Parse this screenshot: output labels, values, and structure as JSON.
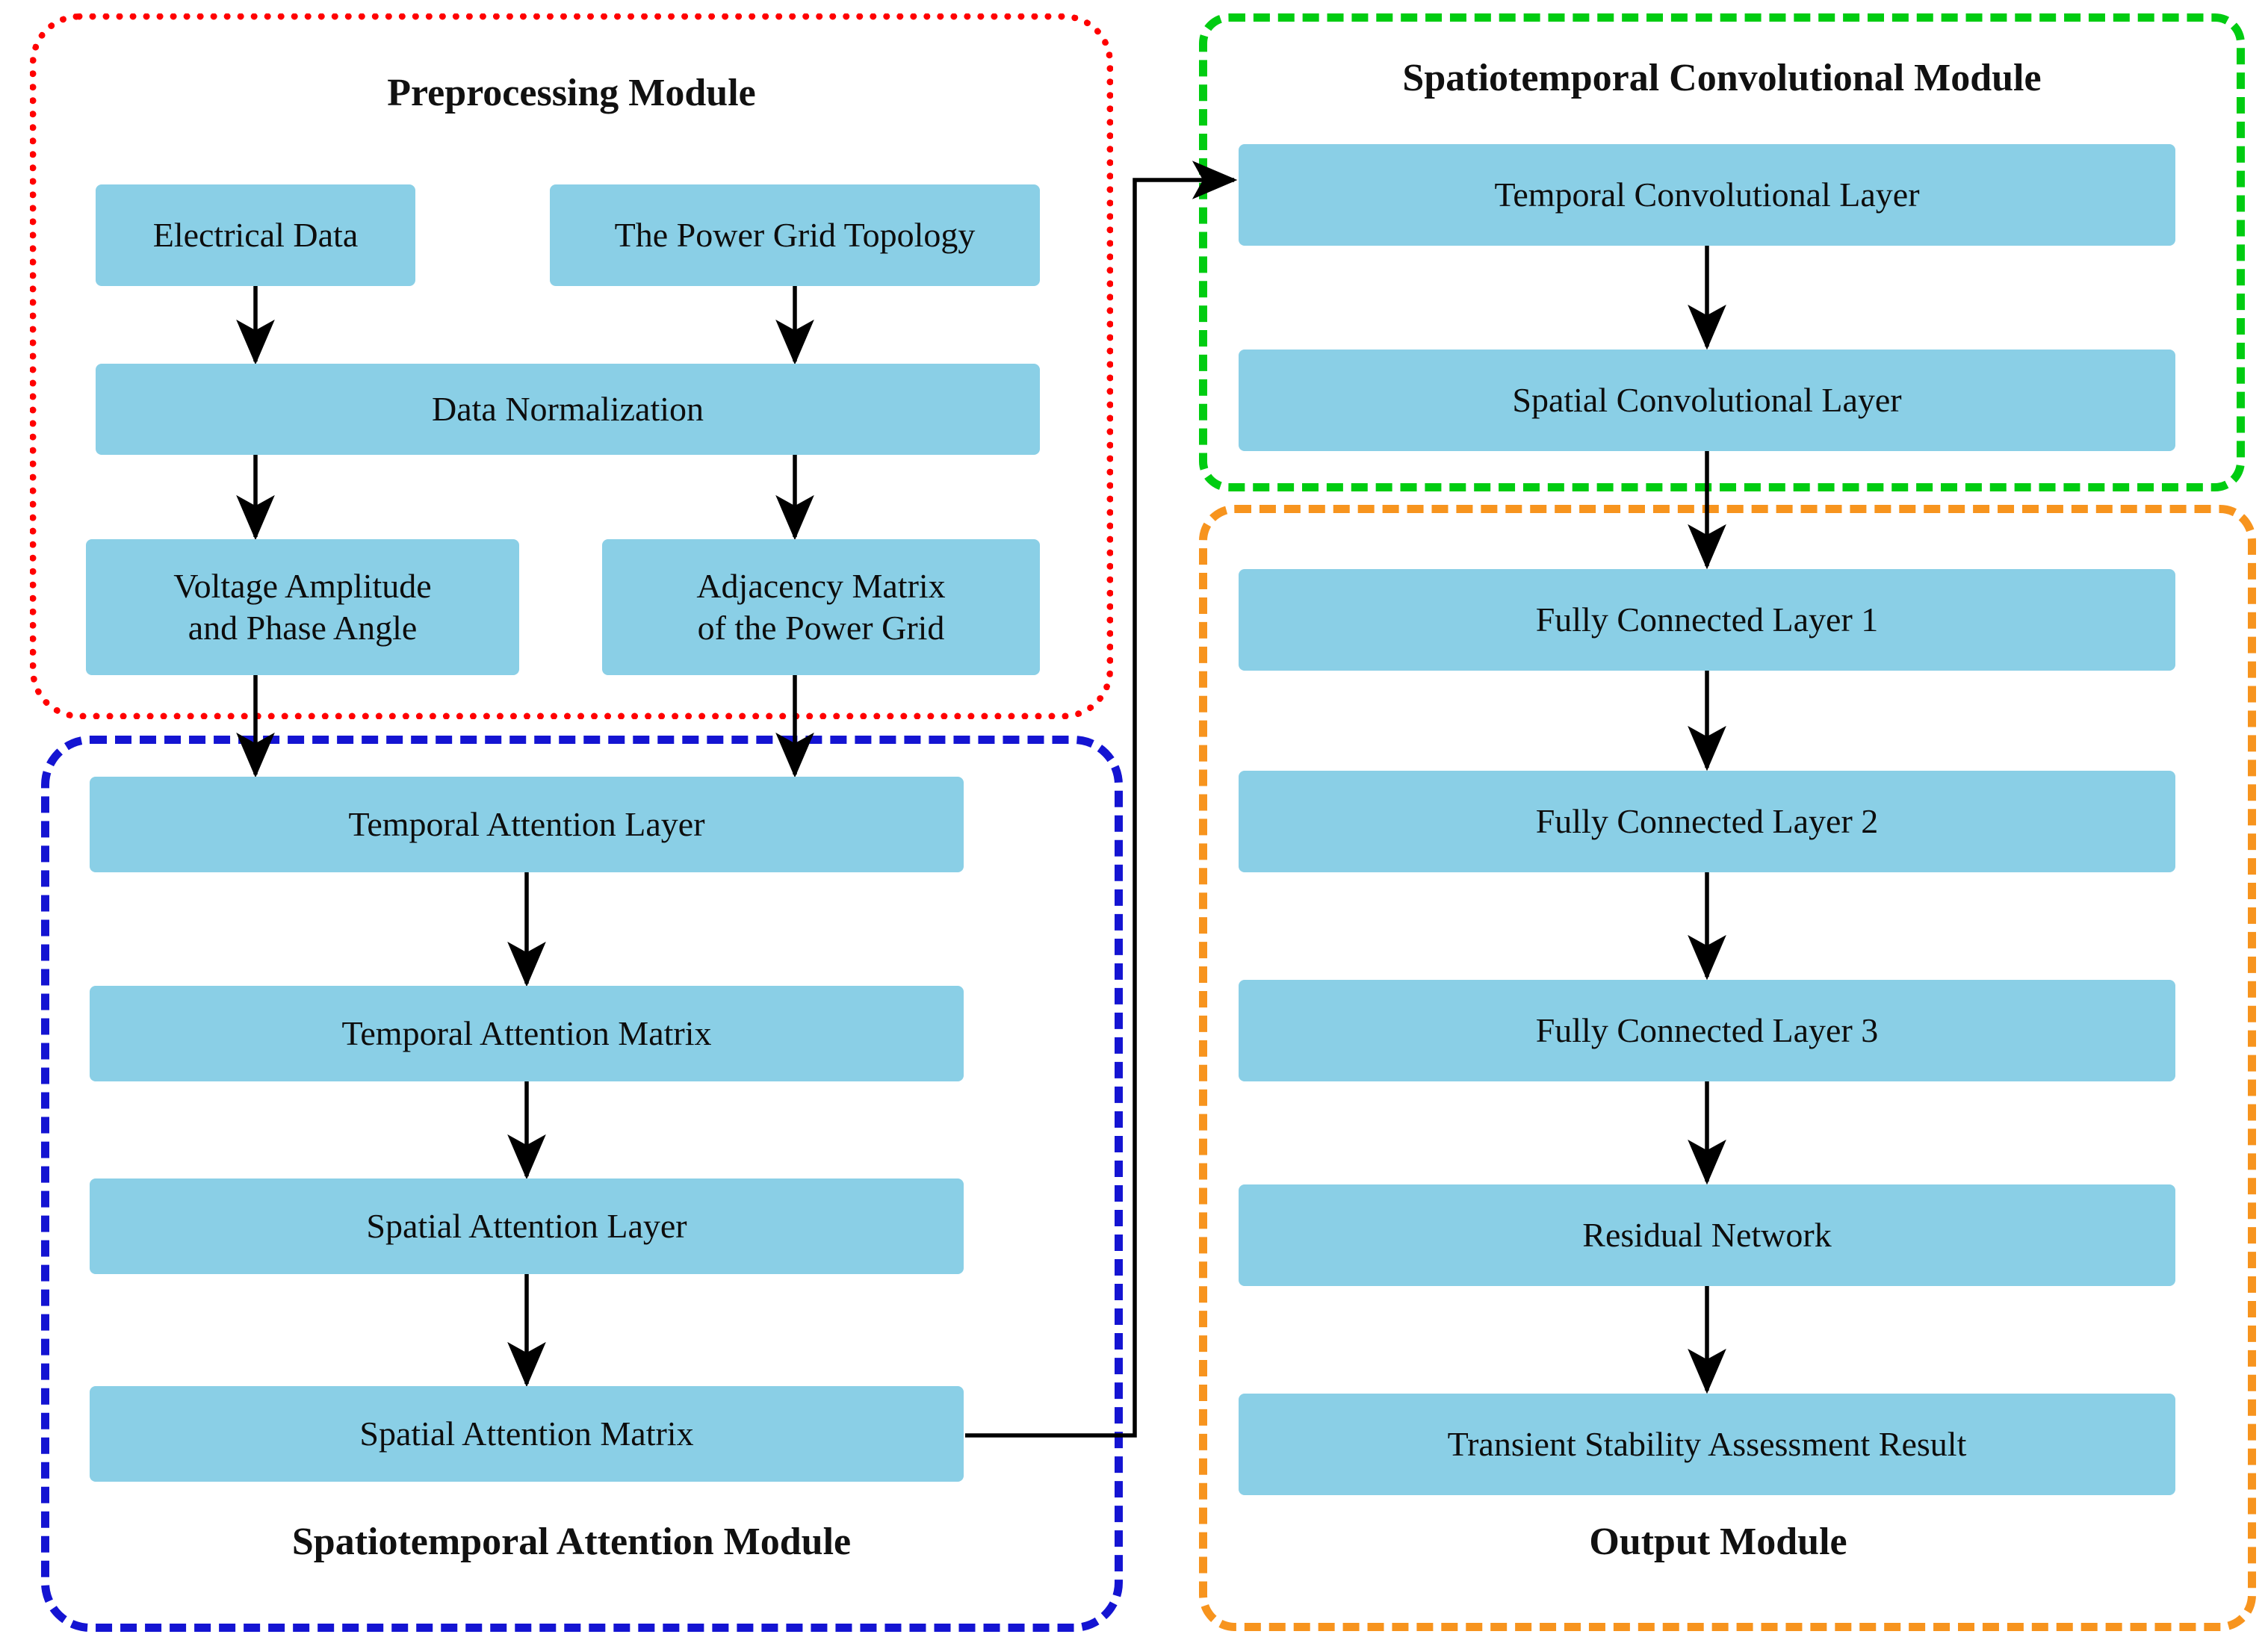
{
  "diagram": {
    "title_visible": false,
    "modules": [
      {
        "id": "preprocessing",
        "label": "Preprocessing Module",
        "border_color": "#FF0000",
        "border_style": "dotted"
      },
      {
        "id": "spatiotemporal-attention",
        "label": "Spatiotemporal Attention Module",
        "border_color": "#1414D2",
        "border_style": "dashed"
      },
      {
        "id": "spatiotemporal-convolutional",
        "label": "Spatiotemporal Convolutional Module",
        "border_color": "#00CC11",
        "border_style": "dashed"
      },
      {
        "id": "output",
        "label": "Output Module",
        "border_color": "#F7941E",
        "border_style": "dashed"
      }
    ],
    "node_fill_color": "#8ACFE6",
    "arrow_color": "#000000",
    "nodes": {
      "electrical_data": "Electrical Data",
      "power_grid_topology": "The Power Grid Topology",
      "data_normalization": "Data Normalization",
      "voltage_amplitude": "Voltage Amplitude and Phase Angle",
      "voltage_amplitude_l1": "Voltage Amplitude",
      "voltage_amplitude_l2": "and Phase Angle",
      "adjacency_matrix": "Adjacency Matrix of the Power Grid",
      "adjacency_matrix_l1": "Adjacency Matrix",
      "adjacency_matrix_l2": "of the Power Grid",
      "temporal_attention_layer": "Temporal Attention Layer",
      "temporal_attention_matrix": "Temporal Attention Matrix",
      "spatial_attention_layer": "Spatial Attention Layer",
      "spatial_attention_matrix": "Spatial Attention Matrix",
      "temporal_convolutional_layer": "Temporal Convolutional Layer",
      "spatial_convolutional_layer": "Spatial Convolutional Layer",
      "fully_connected_layer_1": "Fully Connected Layer 1",
      "fully_connected_layer_2": "Fully Connected Layer 2",
      "fully_connected_layer_3": "Fully Connected Layer 3",
      "residual_network": "Residual Network",
      "transient_stability_result": "Transient Stability Assessment Result"
    },
    "edges": [
      {
        "from": "electrical_data",
        "to": "data_normalization"
      },
      {
        "from": "power_grid_topology",
        "to": "data_normalization"
      },
      {
        "from": "data_normalization",
        "to": "voltage_amplitude"
      },
      {
        "from": "data_normalization",
        "to": "adjacency_matrix"
      },
      {
        "from": "voltage_amplitude",
        "to": "temporal_attention_layer"
      },
      {
        "from": "adjacency_matrix",
        "to": "temporal_attention_layer"
      },
      {
        "from": "temporal_attention_layer",
        "to": "temporal_attention_matrix"
      },
      {
        "from": "temporal_attention_matrix",
        "to": "spatial_attention_layer"
      },
      {
        "from": "spatial_attention_layer",
        "to": "spatial_attention_matrix"
      },
      {
        "from": "spatial_attention_matrix",
        "to": "temporal_convolutional_layer"
      },
      {
        "from": "temporal_convolutional_layer",
        "to": "spatial_convolutional_layer"
      },
      {
        "from": "spatial_convolutional_layer",
        "to": "fully_connected_layer_1"
      },
      {
        "from": "fully_connected_layer_1",
        "to": "fully_connected_layer_2"
      },
      {
        "from": "fully_connected_layer_2",
        "to": "fully_connected_layer_3"
      },
      {
        "from": "fully_connected_layer_3",
        "to": "residual_network"
      },
      {
        "from": "residual_network",
        "to": "transient_stability_result"
      }
    ]
  }
}
